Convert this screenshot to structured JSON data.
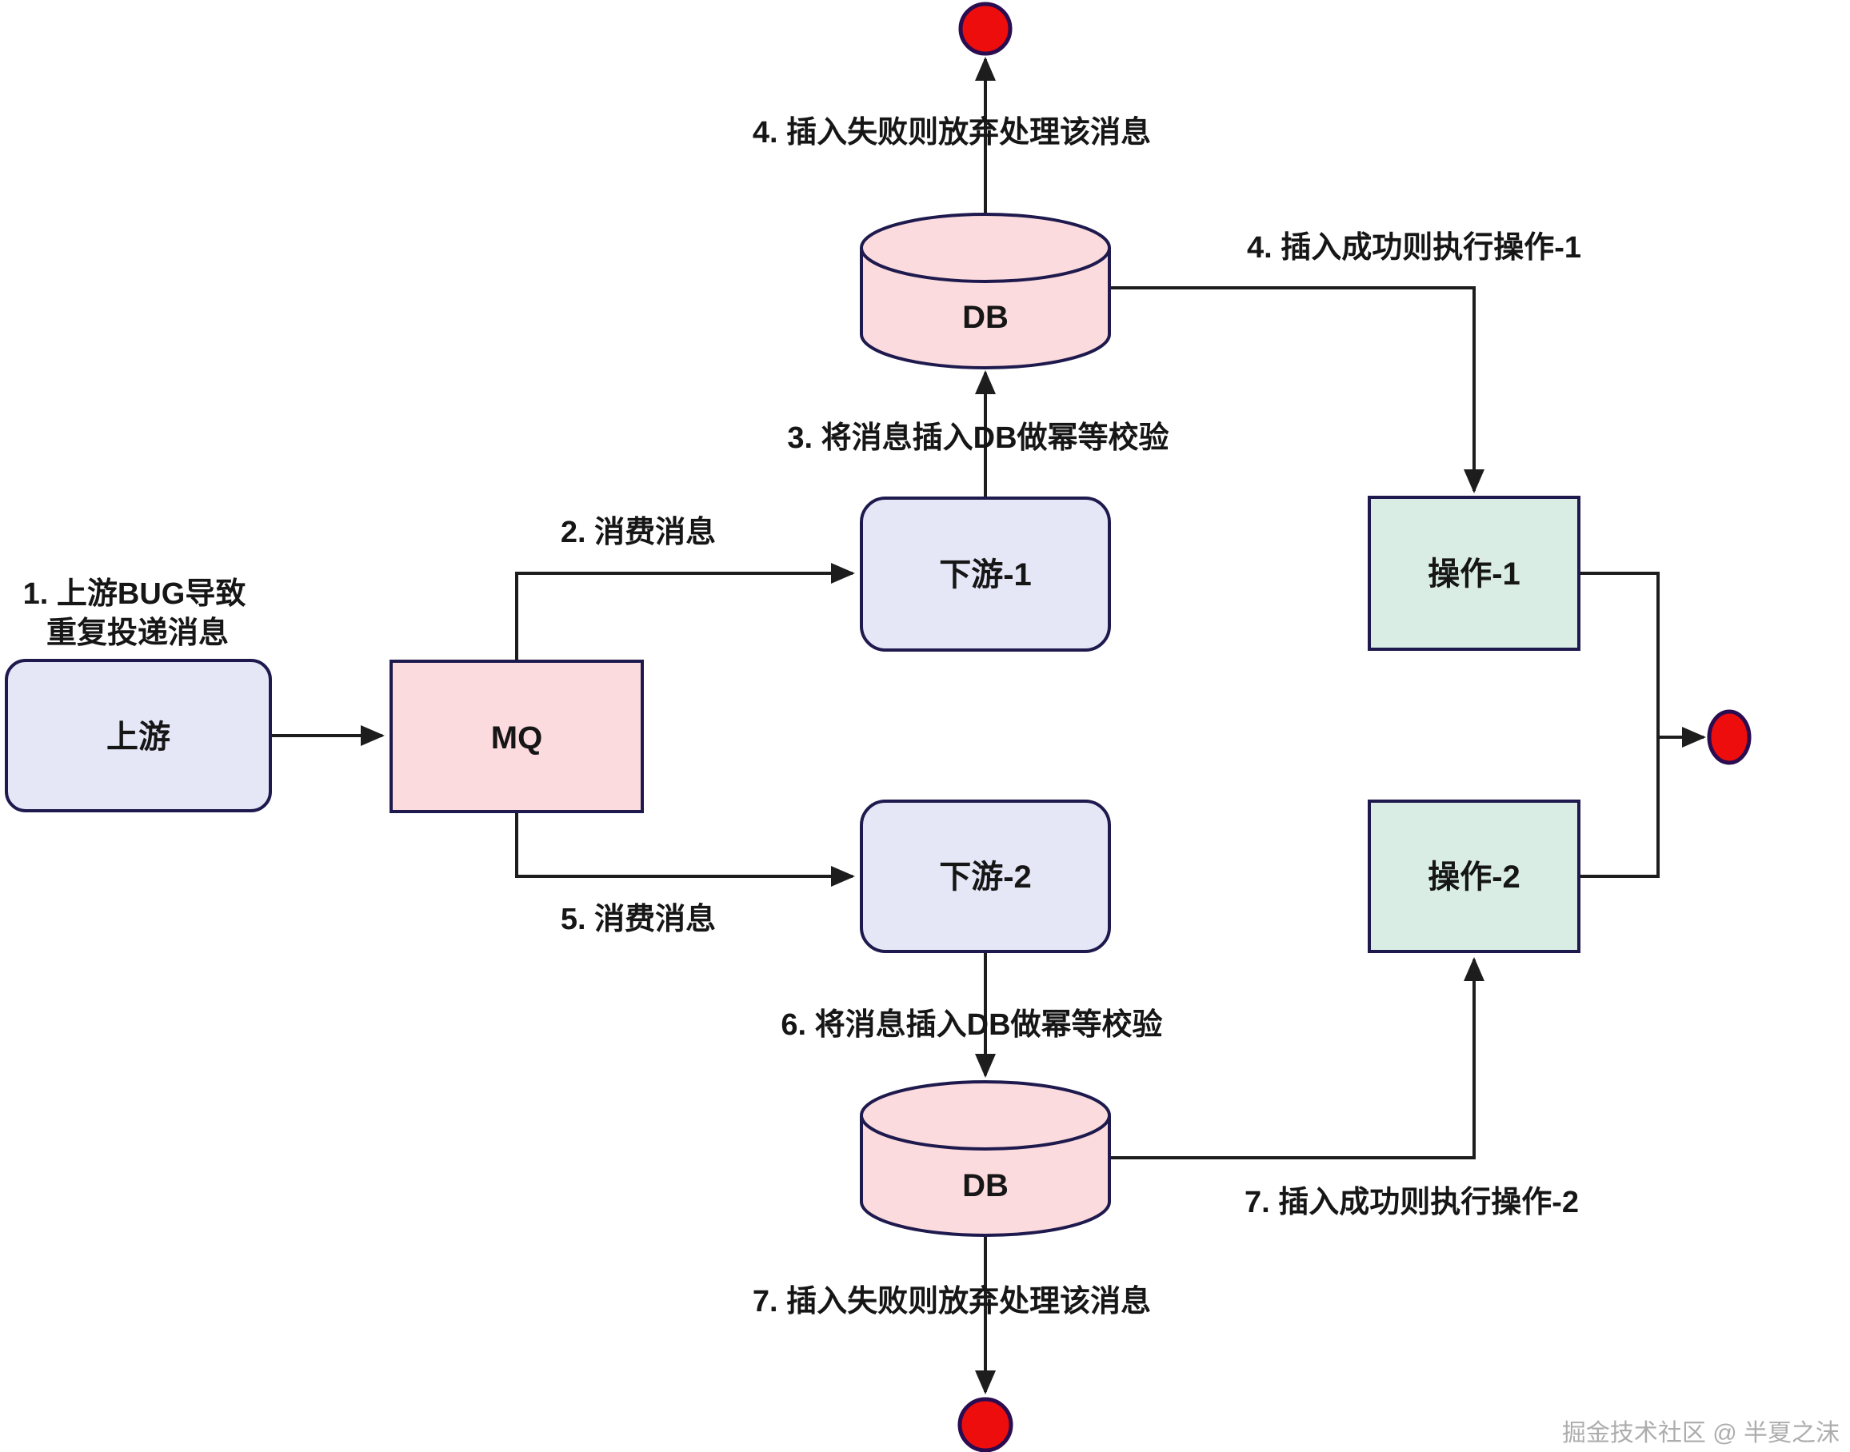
{
  "diagram": {
    "nodes": {
      "upstream": {
        "label": "上游"
      },
      "mq": {
        "label": "MQ"
      },
      "downstream1": {
        "label": "下游-1"
      },
      "downstream2": {
        "label": "下游-2"
      },
      "db_top": {
        "label": "DB"
      },
      "db_bottom": {
        "label": "DB"
      },
      "op1": {
        "label": "操作-1"
      },
      "op2": {
        "label": "操作-2"
      }
    },
    "annotations": {
      "note1_line1": "1. 上游BUG导致",
      "note1_line2": "重复投递消息",
      "consume1": "2. 消费消息",
      "insert_check1": "3. 将消息插入DB做幂等校验",
      "fail_top": "4. 插入失败则放弃处理该消息",
      "success_op1": "4. 插入成功则执行操作-1",
      "consume2": "5. 消费消息",
      "insert_check2": "6. 将消息插入DB做幂等校验",
      "success_op2": "7. 插入成功则执行操作-2",
      "fail_bottom": "7. 插入失败则放弃处理该消息"
    },
    "watermark": "掘金技术社区 @ 半夏之沫",
    "colors": {
      "lavender": "#E5E7F7",
      "pink": "#FBDBDE",
      "mint": "#D9EDE5",
      "border": "#1E1A4E",
      "line": "#1D1D1D",
      "terminal_red": "#EE0D0D",
      "terminal_stroke": "#2A0C50",
      "watermark_gray": "#ADADAD"
    }
  }
}
